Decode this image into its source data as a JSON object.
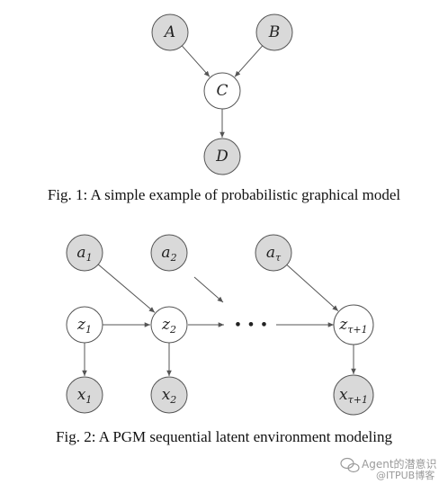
{
  "figure1": {
    "nodes": [
      {
        "id": "A",
        "label": "A",
        "shaded": true
      },
      {
        "id": "B",
        "label": "B",
        "shaded": true
      },
      {
        "id": "C",
        "label": "C",
        "shaded": false
      },
      {
        "id": "D",
        "label": "D",
        "shaded": true
      }
    ],
    "edges": [
      [
        "A",
        "C"
      ],
      [
        "B",
        "C"
      ],
      [
        "C",
        "D"
      ]
    ],
    "caption": "Fig. 1: A simple example of probabilistic graphical model"
  },
  "figure2": {
    "nodes": [
      {
        "id": "a1",
        "base": "a",
        "sub": "1",
        "shaded": true
      },
      {
        "id": "a2",
        "base": "a",
        "sub": "2",
        "shaded": true
      },
      {
        "id": "atau",
        "base": "a",
        "sub": "τ",
        "shaded": true
      },
      {
        "id": "z1",
        "base": "z",
        "sub": "1",
        "shaded": false
      },
      {
        "id": "z2",
        "base": "z",
        "sub": "2",
        "shaded": false
      },
      {
        "id": "ztau1",
        "base": "z",
        "sub": "τ+1",
        "shaded": false
      },
      {
        "id": "x1",
        "base": "x",
        "sub": "1",
        "shaded": true
      },
      {
        "id": "x2",
        "base": "x",
        "sub": "2",
        "shaded": true
      },
      {
        "id": "xtau1",
        "base": "x",
        "sub": "τ+1",
        "shaded": true
      }
    ],
    "edges": [
      [
        "a1",
        "z2"
      ],
      [
        "z1",
        "z2"
      ],
      [
        "z1",
        "x1"
      ],
      [
        "z2",
        "x2"
      ],
      [
        "atau",
        "ztau1"
      ],
      [
        "ztau1",
        "xtau1"
      ]
    ],
    "ellipsis": "• • •",
    "caption": "Fig. 2: A PGM sequential latent environment modeling"
  },
  "watermark": {
    "text": "Agent的潜意识",
    "text2": "@ITPUB博客"
  }
}
